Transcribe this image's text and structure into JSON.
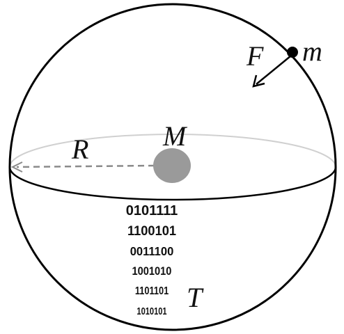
{
  "labels": {
    "force": "F",
    "test_mass": "m",
    "central_mass": "M",
    "radius": "R",
    "time": "T"
  },
  "binary_rows": [
    "0101111",
    "1100101",
    "0011100",
    "1001010",
    "1101101",
    "1010101"
  ],
  "colors": {
    "outline": "#000000",
    "back_ellipse": "#d0d0d0",
    "central_mass_fill": "#9a9a9a",
    "radius_arrow": "#8a8a8a"
  }
}
